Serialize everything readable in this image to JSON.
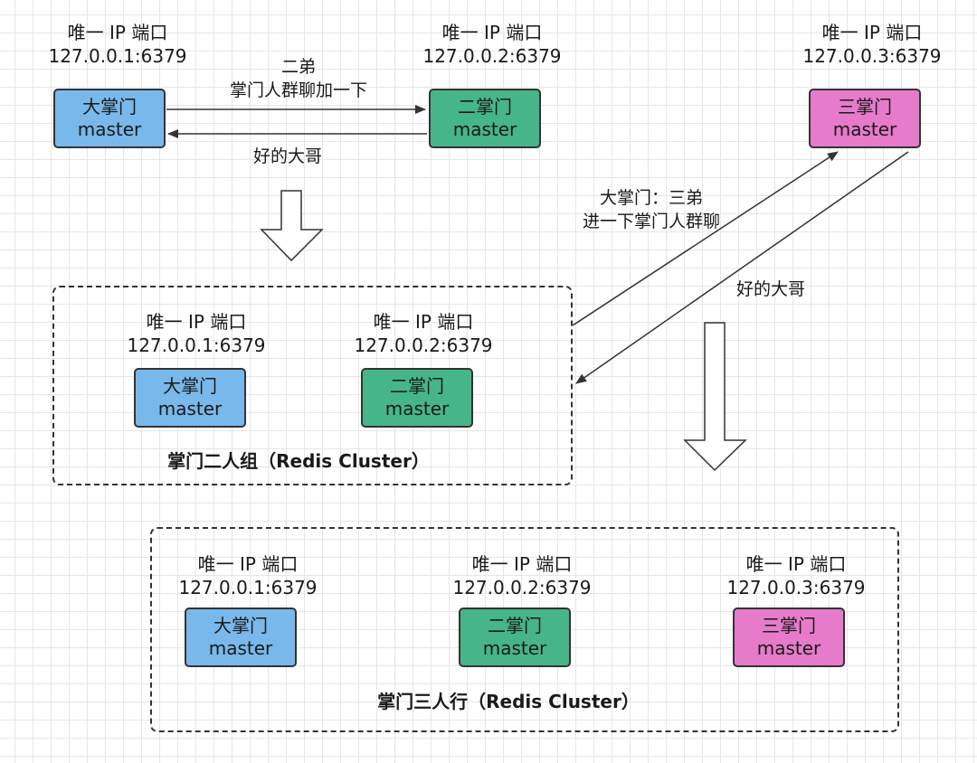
{
  "colors": {
    "da": "#79B8EB",
    "er": "#47B58A",
    "san": "#E77BCB",
    "stroke": "#333333"
  },
  "header_label": "唯一 IP 端口",
  "ips": {
    "one": "127.0.0.1:6379",
    "two": "127.0.0.2:6379",
    "three": "127.0.0.3:6379"
  },
  "nodes": {
    "da": "大掌门",
    "er": "二掌门",
    "san": "三掌门",
    "role": "master"
  },
  "messages": {
    "invite_er_line1": "二弟",
    "invite_er_line2": "掌门人群聊加一下",
    "reply_1": "好的大哥",
    "invite_san_line1": "大掌门：三弟",
    "invite_san_line2": "进一下掌门人群聊",
    "reply_2": "好的大哥"
  },
  "groups": {
    "two": "掌门二人组（Redis Cluster）",
    "three": "掌门三人行（Redis Cluster）"
  }
}
